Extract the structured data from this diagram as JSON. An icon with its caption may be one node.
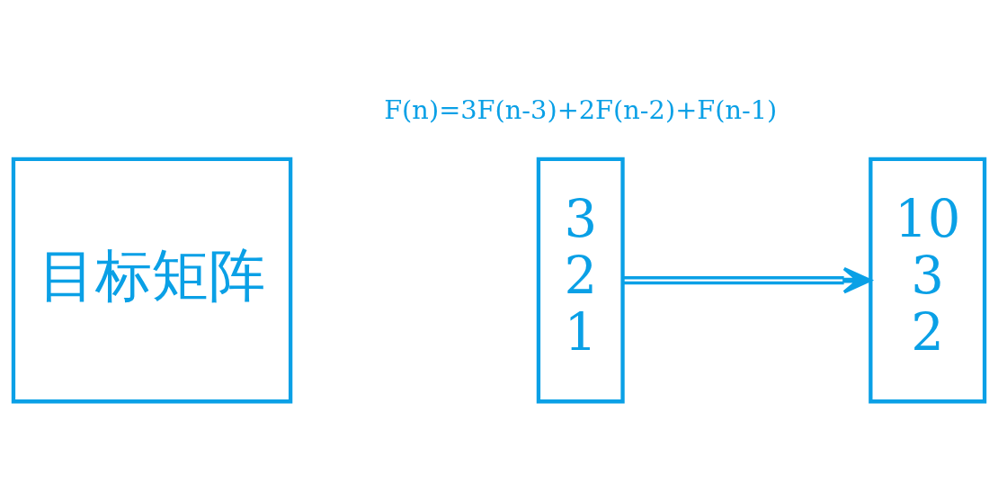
{
  "diagram": {
    "nodes": [
      {
        "text": [
          "目标矩阵"
        ]
      },
      {
        "text": [
          "3",
          "2",
          "1"
        ]
      },
      {
        "text": [
          "10",
          "3",
          "2"
        ]
      }
    ],
    "edges": [
      {
        "from": 1,
        "to": 2,
        "arrow": "to"
      }
    ],
    "labels": [
      "F(n)=3F(n-3)+2F(n-2)+F(n-1)"
    ]
  }
}
